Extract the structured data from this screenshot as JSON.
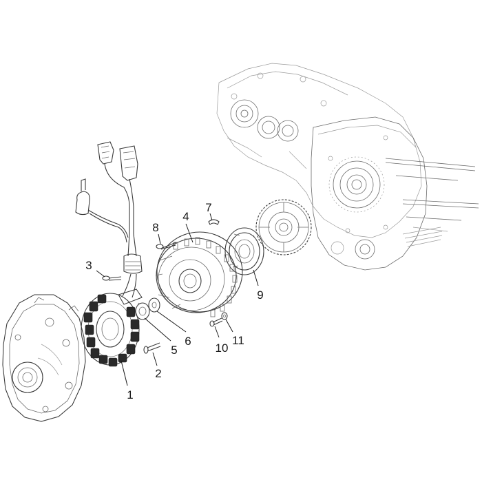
{
  "diagram": {
    "callouts": [
      {
        "id": "1",
        "label": "1"
      },
      {
        "id": "2",
        "label": "2"
      },
      {
        "id": "3",
        "label": "3"
      },
      {
        "id": "4",
        "label": "4"
      },
      {
        "id": "5",
        "label": "5"
      },
      {
        "id": "6",
        "label": "6"
      },
      {
        "id": "7",
        "label": "7"
      },
      {
        "id": "8",
        "label": "8"
      },
      {
        "id": "9",
        "label": "9"
      },
      {
        "id": "10",
        "label": "10"
      },
      {
        "id": "11",
        "label": "11"
      }
    ],
    "colors": {
      "line": "#3a3a3a",
      "text": "#1a1a1a",
      "background": "#ffffff"
    }
  }
}
